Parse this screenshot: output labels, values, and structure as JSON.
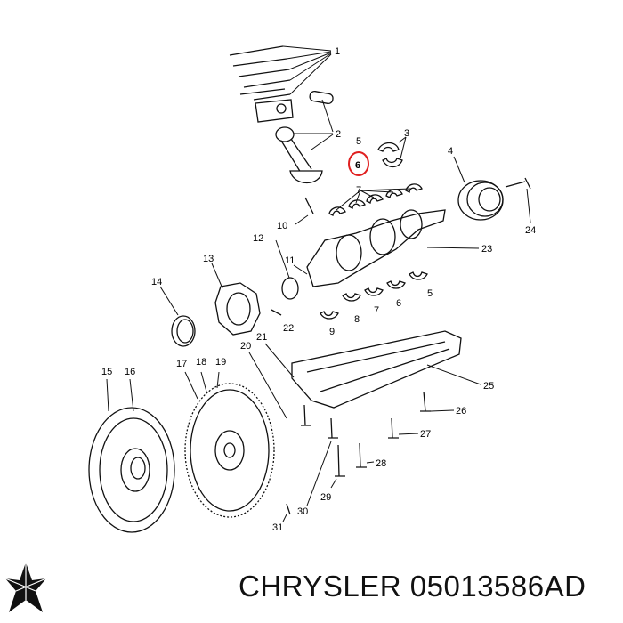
{
  "diagram": {
    "callouts": [
      "1",
      "2",
      "3",
      "4",
      "5",
      "6",
      "7",
      "8",
      "9",
      "10",
      "11",
      "12",
      "13",
      "14",
      "15",
      "16",
      "17",
      "18",
      "19",
      "20",
      "21",
      "22",
      "23",
      "24",
      "25",
      "26",
      "27",
      "28",
      "29",
      "30",
      "31"
    ],
    "lower_callouts": {
      "five": "5",
      "six": "6",
      "seven": "7",
      "eight": "8",
      "nine": "9"
    },
    "highlighted_callout": "6",
    "highlight_color": "#e02020"
  },
  "footer": {
    "brand": "CHRYSLER",
    "part_number": "05013586AD",
    "logo_icon": "pentastar-icon"
  }
}
